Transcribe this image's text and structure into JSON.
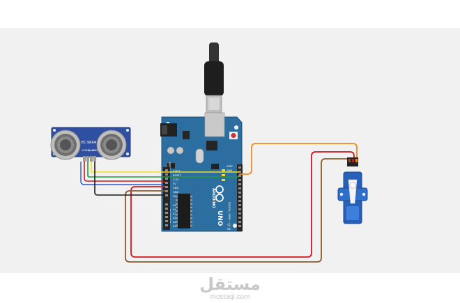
{
  "components": {
    "sensor": {
      "model_label": "HC-SR04",
      "pin_labels": [
        "VCC",
        "Trig",
        "Echo",
        "GND"
      ]
    },
    "arduino": {
      "brand_label": "ARDUINO",
      "model_label": "UNO",
      "aref_label": "AREF",
      "gnd_label": "GND",
      "digital_label": "DIGITAL (PWM ~)",
      "tx_label": "TX",
      "rx_label": "RX",
      "power_label": "POWER",
      "analog_label": "ANALOG IN",
      "power_pins": [
        "IOREF",
        "RESET",
        "3.3V",
        "5V",
        "GND",
        "GND",
        "Vin"
      ],
      "analog_pins": [
        "A0",
        "A1",
        "A2",
        "A3",
        "A4",
        "A5"
      ]
    },
    "servo": {}
  },
  "watermark": {
    "arabic": "مستقل",
    "latin": "mostaql.com"
  },
  "colors": {
    "canvas_bg": "#f1f1f1",
    "board_blue": "#2c6e9f",
    "sensor_blue": "#2f4fa3",
    "wire_orange": "#f08c1e",
    "wire_red": "#d4141a",
    "wire_brown": "#8b5a2b",
    "wire_black": "#1b1b1b",
    "wire_yellow": "#f2e11c",
    "wire_green": "#1f9c3c",
    "wire_blue": "#2f59c7"
  }
}
